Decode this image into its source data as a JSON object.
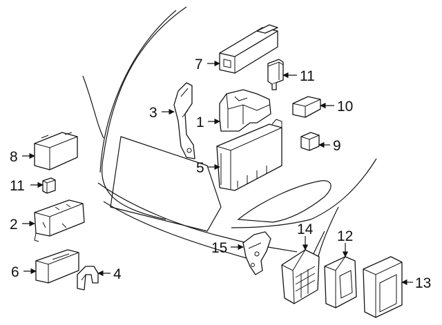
{
  "callouts": {
    "c1": "1",
    "c2": "2",
    "c3": "3",
    "c4": "4",
    "c5": "5",
    "c6": "6",
    "c7": "7",
    "c8": "8",
    "c9": "9",
    "c10": "10",
    "c11a": "11",
    "c11b": "11",
    "c12": "12",
    "c13": "13",
    "c14": "14",
    "c15": "15"
  },
  "colors": {
    "line": "#111111",
    "background": "#ffffff"
  }
}
